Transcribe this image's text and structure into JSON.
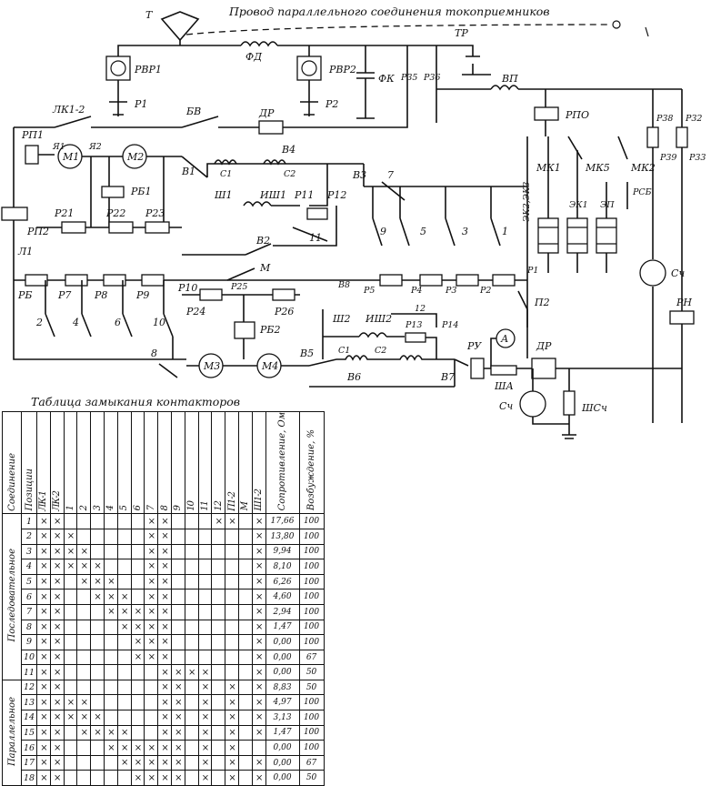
{
  "schematic": {
    "header_caption": "Провод параллельного соединения токоприемников",
    "labels": {
      "T": "Т",
      "TP": "ТР",
      "FD": "ФД",
      "FK": "ФК",
      "RVR1": "РВР1",
      "RVR2": "РВР2",
      "R1": "Р1",
      "R2": "Р2",
      "R35": "Р35",
      "R36": "Р36",
      "VP": "ВП",
      "RPO": "РПО",
      "LK12": "ЛК1-2",
      "BV": "БВ",
      "DR_top": "ДР",
      "V4": "В4",
      "V1": "В1",
      "V3": "В3",
      "RP1": "РП1",
      "RP2": "РП2",
      "L1": "Л1",
      "YA1": "Я1",
      "YA2": "Я2",
      "M1": "М1",
      "M2": "М2",
      "M3": "М3",
      "M4": "М4",
      "C1": "С1",
      "C2": "С2",
      "SH1": "Ш1",
      "ISH1": "ИШ1",
      "P11": "Р11",
      "P12": "Р12",
      "n11": "11",
      "n7": "7",
      "R21": "Р21",
      "R22": "Р22",
      "R23": "Р23",
      "RB1": "РБ1",
      "B2": "В2",
      "n9": "9",
      "n5": "5",
      "n3": "3",
      "n1": "1",
      "EK23": "ЭК2,ЭК3",
      "EK1": "ЭК1",
      "EP": "ЭП",
      "MK1": "МК1",
      "MK5": "МК5",
      "MK2": "МК2",
      "RSB": "РСБ",
      "R38": "Р38",
      "R39": "Р39",
      "R32": "Р32",
      "R33": "Р33",
      "SCH": "Сч",
      "RN": "РН",
      "RB": "РБ",
      "R7": "Р7",
      "R8": "Р8",
      "R9": "Р9",
      "R10": "Р10",
      "R25": "Р25",
      "M": "М",
      "V8": "В8",
      "P5": "Р5",
      "P4": "Р4",
      "P3": "Р3",
      "P2": "Р2",
      "P1": "Р1",
      "PII2": "П2",
      "n2": "2",
      "n4": "4",
      "n6": "6",
      "n10": "10",
      "n8": "8",
      "R24": "Р24",
      "RB2": "РБ2",
      "R26": "Р26",
      "V5": "В5",
      "V6": "В6",
      "V7": "В7",
      "SH2": "Ш2",
      "ISH2": "ИШ2",
      "P13": "Р13",
      "P14": "Р14",
      "n12": "12",
      "RU": "РУ",
      "A": "А",
      "DR_bot": "ДР",
      "SHA": "ША",
      "SCH2": "Сч",
      "SHSCH": "ШСч"
    }
  },
  "table": {
    "title": "Таблица замыкания контакторов",
    "headers": {
      "connection": "Соединение",
      "position": "Позиции",
      "contactors": [
        "ЛК-1",
        "ЛК-2",
        "1",
        "2",
        "3",
        "4",
        "5",
        "6",
        "7",
        "8",
        "9",
        "10",
        "11",
        "12",
        "П1-2",
        "М",
        "Ш1-2"
      ],
      "resistance": "Сопротивление, Ом",
      "excitation": "Возбуждение, %"
    },
    "groups": [
      {
        "name": "Последовательное",
        "rows": 11
      },
      {
        "name": "Параллельное",
        "rows": 7
      }
    ],
    "rows": [
      {
        "pos": "1",
        "marks": "xx......xx...xx.x.",
        "res": "17,66",
        "exc": "100"
      },
      {
        "pos": "2",
        "marks": "xxx.....xx......x.",
        "res": "13,80",
        "exc": "100"
      },
      {
        "pos": "3",
        "marks": "xxxx....xx......x.",
        "res": "9,94",
        "exc": "100"
      },
      {
        "pos": "4",
        "marks": "xxxxx...xx......x.",
        "res": "8,10",
        "exc": "100"
      },
      {
        "pos": "5",
        "marks": "xx.xxx..xx......x.",
        "res": "6,26",
        "exc": "100"
      },
      {
        "pos": "6",
        "marks": "xx..xxx.xx......x.",
        "res": "4,60",
        "exc": "100"
      },
      {
        "pos": "7",
        "marks": "xx...xxxxx......x.",
        "res": "2,94",
        "exc": "100"
      },
      {
        "pos": "8",
        "marks": "xx....xxxx......x.",
        "res": "1,47",
        "exc": "100"
      },
      {
        "pos": "9",
        "marks": "xx.....xxx......x.",
        "res": "0,00",
        "exc": "100"
      },
      {
        "pos": "10",
        "marks": "xx.....xxx......xx",
        "res": "0,00",
        "exc": "67"
      },
      {
        "pos": "11",
        "marks": "xx.......xxxx...xx",
        "res": "0,00",
        "exc": "50"
      },
      {
        "pos": "12",
        "marks": "xx.......xx.x.x.x.",
        "res": "8,83",
        "exc": "50"
      },
      {
        "pos": "13",
        "marks": "xxxx.....xx.x.x.x.",
        "res": "4,97",
        "exc": "100"
      },
      {
        "pos": "14",
        "marks": "xxxxx....xx.x.x.x.",
        "res": "3,13",
        "exc": "100"
      },
      {
        "pos": "15",
        "marks": "xx.xxxx..xx.x.x.x.",
        "res": "1,47",
        "exc": "100"
      },
      {
        "pos": "16",
        "marks": "xx...xxxxxx.x.x...",
        "res": "0,00",
        "exc": "100"
      },
      {
        "pos": "17",
        "marks": "xx....xxxxx.x.x.xx",
        "res": "0,00",
        "exc": "67"
      },
      {
        "pos": "18",
        "marks": "xx.....xxxx.x.x.xx",
        "res": "0,00",
        "exc": "50"
      }
    ],
    "mark_symbol": "×"
  }
}
